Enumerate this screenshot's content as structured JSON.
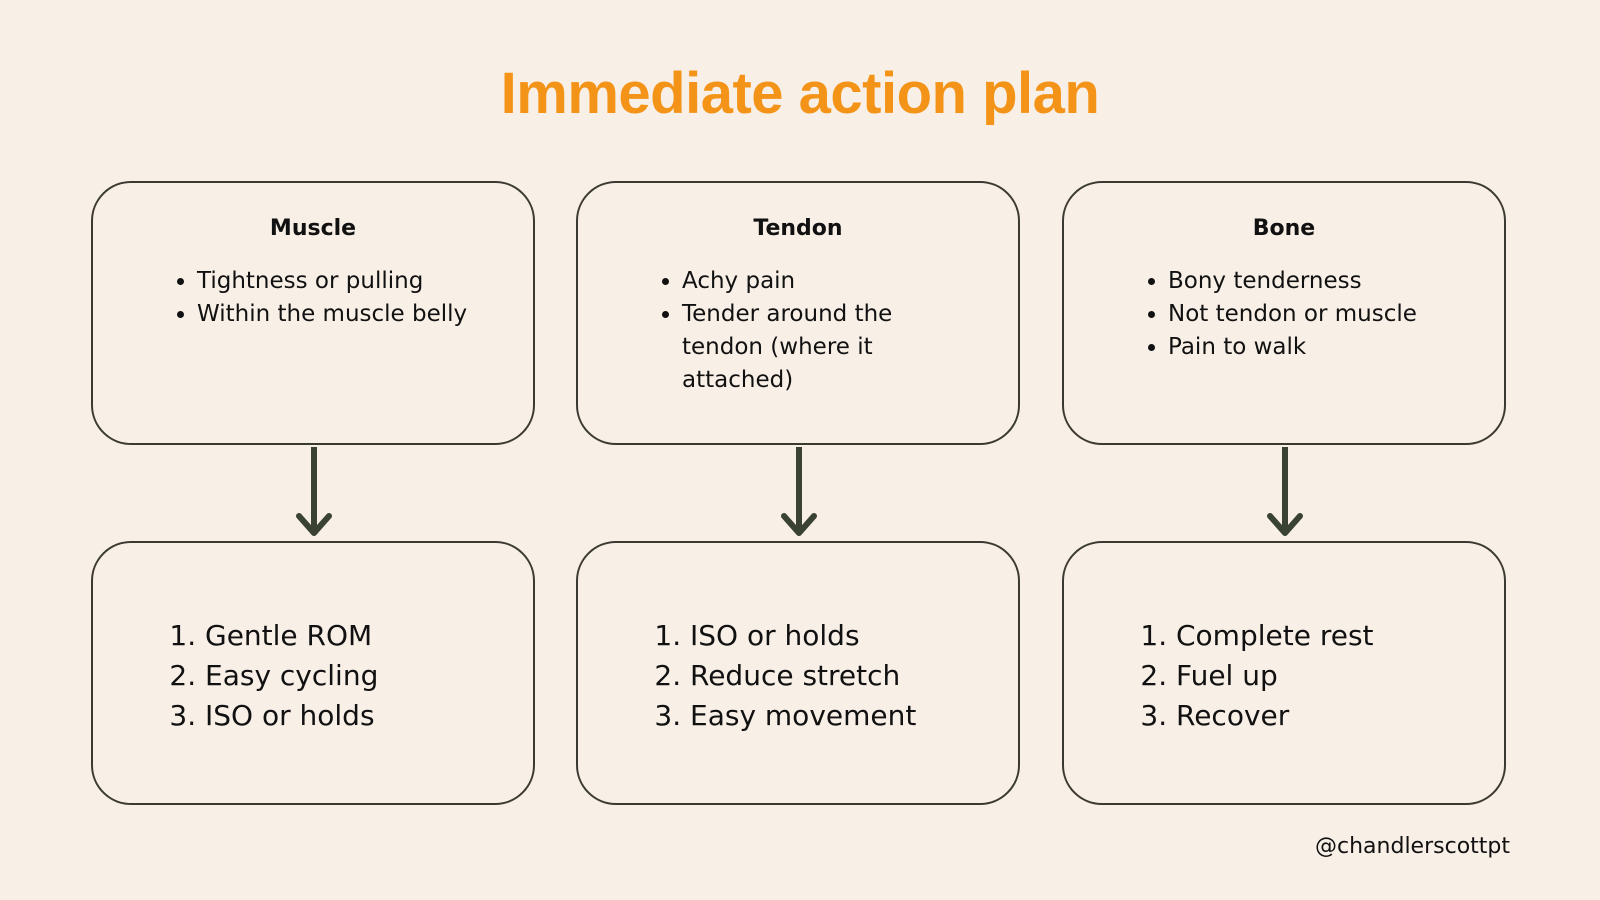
{
  "title": "Immediate action plan",
  "columns": [
    {
      "heading": "Muscle",
      "symptoms": [
        "Tightness or pulling",
        "Within the muscle belly"
      ],
      "actions": [
        "Gentle ROM",
        "Easy cycling",
        "ISO or holds"
      ]
    },
    {
      "heading": "Tendon",
      "symptoms": [
        "Achy pain",
        "Tender around the tendon (where it attached)"
      ],
      "actions": [
        "ISO or holds",
        "Reduce stretch",
        "Easy movement"
      ]
    },
    {
      "heading": "Bone",
      "symptoms": [
        "Bony tenderness",
        "Not tendon or muscle",
        "Pain to walk"
      ],
      "actions": [
        "Complete rest",
        "Fuel up",
        "Recover"
      ]
    }
  ],
  "handle": "@chandlerscottpt",
  "colors": {
    "background": "#f8efe7",
    "title": "#f39418",
    "border": "#3a3a32",
    "arrow": "#3a4236"
  }
}
